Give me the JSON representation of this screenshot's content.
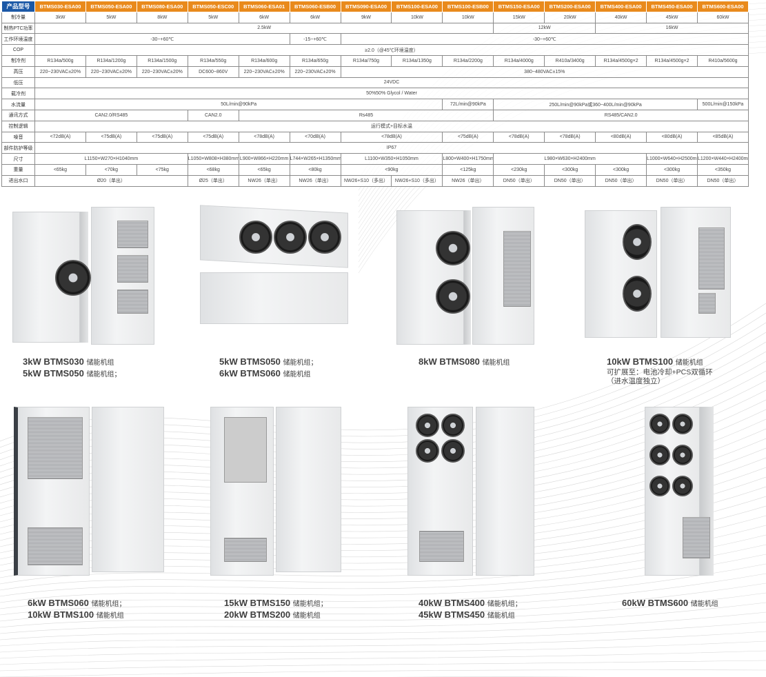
{
  "table": {
    "header": {
      "label": "产品型号",
      "models": [
        "BTMS030-ESA00",
        "BTMS050-ESA00",
        "BTMS080-ESA00",
        "BTMS050-ESC00",
        "BTMS060-ESA01",
        "BTMS060-ESB00",
        "BTMS090-ESA00",
        "BTMS100-ESA00",
        "BTMS100-ESB00",
        "BTMS150-ESA00",
        "BTMS200-ESA00",
        "BTMS400-ESA00",
        "BTMS450-ESA00",
        "BTMS600-ESA00"
      ]
    },
    "rows": [
      {
        "label": "制冷量",
        "cells": [
          {
            "text": "3kW",
            "span": 1
          },
          {
            "text": "5kW",
            "span": 1
          },
          {
            "text": "8kW",
            "span": 1
          },
          {
            "text": "5kW",
            "span": 1
          },
          {
            "text": "6kW",
            "span": 1
          },
          {
            "text": "6kW",
            "span": 1
          },
          {
            "text": "9kW",
            "span": 1
          },
          {
            "text": "10kW",
            "span": 1
          },
          {
            "text": "10kW",
            "span": 1
          },
          {
            "text": "15kW",
            "span": 1
          },
          {
            "text": "20kW",
            "span": 1
          },
          {
            "text": "40kW",
            "span": 1
          },
          {
            "text": "45kW",
            "span": 1
          },
          {
            "text": "60kW",
            "span": 1
          }
        ]
      },
      {
        "label": "制热PTC功率",
        "cells": [
          {
            "text": "2.5kW",
            "span": 9
          },
          {
            "text": "12kW",
            "span": 2
          },
          {
            "text": "16kW",
            "span": 3
          }
        ]
      },
      {
        "label": "工作环境温度",
        "cells": [
          {
            "text": "-30~+60℃",
            "span": 5
          },
          {
            "text": "-15~+60℃",
            "span": 1
          },
          {
            "text": "-30~+60℃",
            "span": 8
          }
        ]
      },
      {
        "label": "COP",
        "cells": [
          {
            "text": "≥2.0（@45℃环境温度）",
            "span": 14
          }
        ]
      },
      {
        "label": "制冷剂",
        "cells": [
          {
            "text": "R134a/500g",
            "span": 1
          },
          {
            "text": "R134a/1200g",
            "span": 1
          },
          {
            "text": "R134a/1500g",
            "span": 1
          },
          {
            "text": "R134a/550g",
            "span": 1
          },
          {
            "text": "R134a/600g",
            "span": 1
          },
          {
            "text": "R134a/650g",
            "span": 1
          },
          {
            "text": "R134a/750g",
            "span": 1
          },
          {
            "text": "R134a/1350g",
            "span": 1
          },
          {
            "text": "R134a/2200g",
            "span": 1
          },
          {
            "text": "R134a/4000g",
            "span": 1
          },
          {
            "text": "R410a/3400g",
            "span": 1
          },
          {
            "text": "R134a/4500g×2",
            "span": 1
          },
          {
            "text": "R134a/4500g×2",
            "span": 1
          },
          {
            "text": "R410a/5600g",
            "span": 1
          }
        ]
      },
      {
        "label": "高压",
        "cells": [
          {
            "text": "220~230VAC±20%",
            "span": 1
          },
          {
            "text": "220~230VAC±20%",
            "span": 1
          },
          {
            "text": "220~230VAC±20%",
            "span": 1
          },
          {
            "text": "DC600~860V",
            "span": 1
          },
          {
            "text": "220~230VAC±20%",
            "span": 1
          },
          {
            "text": "220~230VAC±20%",
            "span": 1
          },
          {
            "text": "380~480VAC±15%",
            "span": 8
          }
        ]
      },
      {
        "label": "低压",
        "cells": [
          {
            "text": "24VDC",
            "span": 14
          }
        ]
      },
      {
        "label": "载冷剂",
        "cells": [
          {
            "text": "50%50% Glycol / Water",
            "span": 14
          }
        ]
      },
      {
        "label": "水流量",
        "cells": [
          {
            "text": "50L/min@90kPa",
            "span": 8
          },
          {
            "text": "72L/min@90kPa",
            "span": 1
          },
          {
            "text": "250L/min@90kPa或360~400L/min@90kPa",
            "span": 4
          },
          {
            "text": "500L/min@150kPa",
            "span": 1
          }
        ]
      },
      {
        "label": "通讯方式",
        "cells": [
          {
            "text": "CAN2.0/RS485",
            "span": 3
          },
          {
            "text": "CAN2.0",
            "span": 1
          },
          {
            "text": "Rs485",
            "span": 5
          },
          {
            "text": "RS485/CAN2.0",
            "span": 5
          }
        ]
      },
      {
        "label": "控制逻辑",
        "cells": [
          {
            "text": "运行模式+目标水温",
            "span": 14
          }
        ]
      },
      {
        "label": "噪音",
        "cells": [
          {
            "text": "<72dB(A)",
            "span": 1
          },
          {
            "text": "<75dB(A)",
            "span": 1
          },
          {
            "text": "<75dB(A)",
            "span": 1
          },
          {
            "text": "<75dB(A)",
            "span": 1
          },
          {
            "text": "<78dB(A)",
            "span": 1
          },
          {
            "text": "<70dB(A)",
            "span": 1
          },
          {
            "text": "<78dB(A)",
            "span": 2
          },
          {
            "text": "<75dB(A)",
            "span": 1
          },
          {
            "text": "<78dB(A)",
            "span": 1
          },
          {
            "text": "<78dB(A)",
            "span": 1
          },
          {
            "text": "<80dB(A)",
            "span": 1
          },
          {
            "text": "<80dB(A)",
            "span": 1
          },
          {
            "text": "<85dB(A)",
            "span": 1
          }
        ]
      },
      {
        "label": "部件防护等级",
        "cells": [
          {
            "text": "IP67",
            "span": 14
          }
        ]
      },
      {
        "label": "尺寸",
        "cells": [
          {
            "text": "L1150×W270×H1040mm",
            "span": 3
          },
          {
            "text": "L1050×W808×H380mm",
            "span": 1
          },
          {
            "text": "L900×W866×H220mm",
            "span": 1
          },
          {
            "text": "L744×W265×H1350mm",
            "span": 1
          },
          {
            "text": "L1100×W350×H1050mm",
            "span": 2
          },
          {
            "text": "L800×W400×H1750mm",
            "span": 1
          },
          {
            "text": "L980×W630×H2400mm",
            "span": 3
          },
          {
            "text": "L1000×W640×H2500mm",
            "span": 1
          },
          {
            "text": "L1200×W440×H2400mm",
            "span": 1
          }
        ]
      },
      {
        "label": "重量",
        "cells": [
          {
            "text": "<65kg",
            "span": 1
          },
          {
            "text": "<70kg",
            "span": 1
          },
          {
            "text": "<75kg",
            "span": 1
          },
          {
            "text": "<68kg",
            "span": 1
          },
          {
            "text": "<65kg",
            "span": 1
          },
          {
            "text": "<80kg",
            "span": 1
          },
          {
            "text": "<90kg",
            "span": 2
          },
          {
            "text": "<125kg",
            "span": 1
          },
          {
            "text": "<230kg",
            "span": 1
          },
          {
            "text": "<300kg",
            "span": 1
          },
          {
            "text": "<300kg",
            "span": 1
          },
          {
            "text": "<300kg",
            "span": 1
          },
          {
            "text": "<350kg",
            "span": 1
          }
        ]
      },
      {
        "label": "进出水口",
        "cells": [
          {
            "text": "Ø20（单出）",
            "span": 3
          },
          {
            "text": "Ø25（单出）",
            "span": 1
          },
          {
            "text": "NW26（单出）",
            "span": 1
          },
          {
            "text": "NW26（单出）",
            "span": 1
          },
          {
            "text": "NW26+S10（多出）",
            "span": 1
          },
          {
            "text": "NW26+S10（多出）",
            "span": 1
          },
          {
            "text": "NW26（单出）",
            "span": 1
          },
          {
            "text": "DN50（单出）",
            "span": 1
          },
          {
            "text": "DN50（单出）",
            "span": 1
          },
          {
            "text": "DN50（单出）",
            "span": 1
          },
          {
            "text": "DN50（单出）",
            "span": 1
          },
          {
            "text": "DN50（单出）",
            "span": 1
          }
        ]
      }
    ]
  },
  "products": [
    {
      "lines": [
        {
          "model": "3kW BTMS030",
          "suffix": "储能机组"
        },
        {
          "model": "5kW BTMS050",
          "suffix": "储能机组；"
        }
      ]
    },
    {
      "lines": [
        {
          "model": "5kW BTMS050",
          "suffix": "储能机组；"
        },
        {
          "model": "6kW BTMS060",
          "suffix": "储能机组"
        }
      ]
    },
    {
      "lines": [
        {
          "model": "8kW BTMS080",
          "suffix": "储能机组"
        }
      ]
    },
    {
      "lines": [
        {
          "model": "10kW BTMS100",
          "suffix": "储能机组"
        }
      ],
      "notes": [
        "可扩展至：电池冷却+PCS双循环",
        "（进水温度独立）"
      ]
    },
    {
      "lines": [
        {
          "model": "6kW BTMS060",
          "suffix": "储能机组；"
        },
        {
          "model": "10kW BTMS100",
          "suffix": "储能机组"
        }
      ]
    },
    {
      "lines": [
        {
          "model": "15kW BTMS150",
          "suffix": "储能机组；"
        },
        {
          "model": "20kW BTMS200",
          "suffix": "储能机组"
        }
      ]
    },
    {
      "lines": [
        {
          "model": "40kW BTMS400",
          "suffix": "储能机组；"
        },
        {
          "model": "45kW BTMS450",
          "suffix": "储能机组"
        }
      ]
    },
    {
      "lines": [
        {
          "model": "60kW BTMS600",
          "suffix": "储能机组"
        }
      ]
    }
  ],
  "colors": {
    "header_label": "#1b58a6",
    "header_model": "#e98a1c"
  }
}
